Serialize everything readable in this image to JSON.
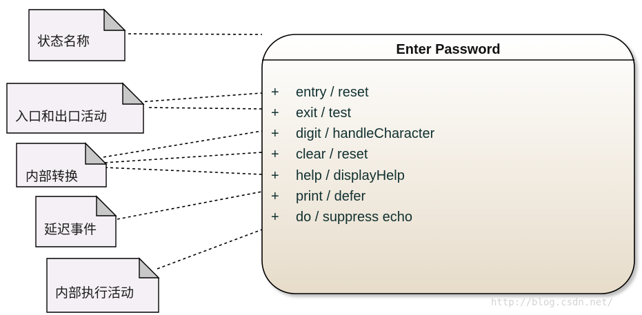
{
  "state": {
    "title": "Enter Password",
    "items": [
      {
        "marker": "+",
        "text": "entry / reset"
      },
      {
        "marker": "+",
        "text": "exit / test"
      },
      {
        "marker": "+",
        "text": "digit / handleCharacter"
      },
      {
        "marker": "+",
        "text": "clear / reset"
      },
      {
        "marker": "+",
        "text": "help / displayHelp"
      },
      {
        "marker": "+",
        "text": "print / defer"
      },
      {
        "marker": "+",
        "text": "do / suppress echo"
      }
    ]
  },
  "notes": [
    {
      "label": "状态名称"
    },
    {
      "label": "入口和出口活动"
    },
    {
      "label": "内部转换"
    },
    {
      "label": "延迟事件"
    },
    {
      "label": "内部执行活动"
    }
  ],
  "watermark": "http://blog.csdn.net/",
  "colors": {
    "state_fill_top": "#ffffff",
    "state_fill_bottom": "#e7dcca",
    "note_fill": "#f5f0f5",
    "note_fold": "#c8c8c8",
    "line": "#000000"
  }
}
